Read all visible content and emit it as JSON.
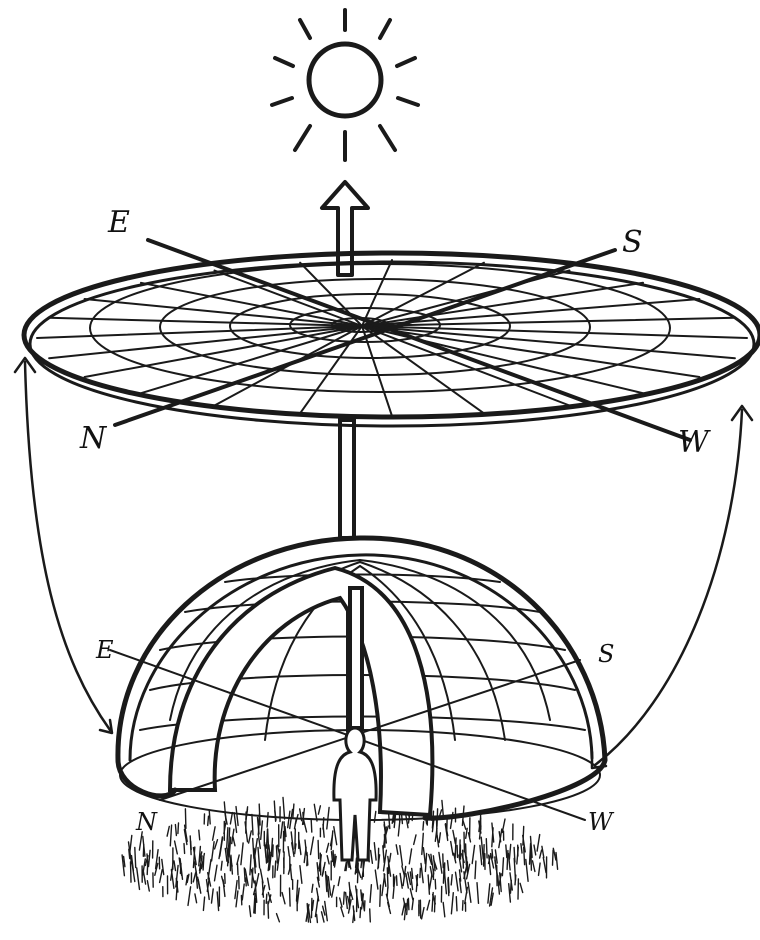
{
  "diagram": {
    "sun_icon": "sun-icon",
    "figure_icon": "person-icon",
    "disk": {
      "labels": {
        "east": "E",
        "south": "S",
        "north": "N",
        "west": "W"
      }
    },
    "dome": {
      "labels": {
        "east": "E",
        "south": "S",
        "north": "N",
        "west": "W"
      }
    }
  }
}
